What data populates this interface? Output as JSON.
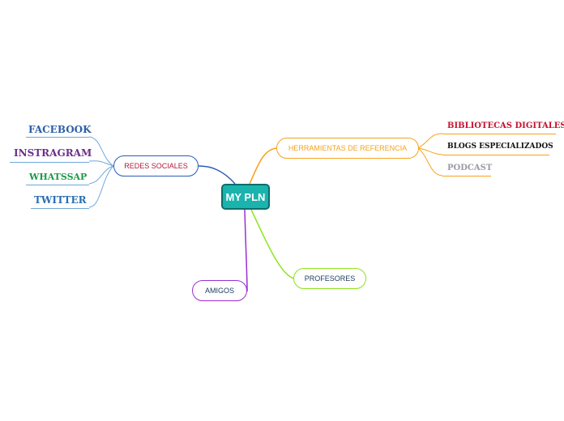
{
  "central": {
    "label": "MY PLN",
    "color": "#1bb3ad"
  },
  "topics": [
    {
      "id": "redes",
      "label": "REDES SOCIALES",
      "border": "#2a5bb5",
      "text": "#b11a3a"
    },
    {
      "id": "herramientas",
      "label": "HERRAMIENTAS DE REFERENCIA",
      "border": "#f7a21b",
      "text": "#f7a21b"
    },
    {
      "id": "profesores",
      "label": "PROFESORES",
      "border": "#8fe31c",
      "text": "#1d3a5e"
    },
    {
      "id": "amigos",
      "label": "AMIGOS",
      "border": "#9b2fd1",
      "text": "#1d3a5e"
    }
  ],
  "leaves": {
    "facebook": {
      "label": "FACEBOOK",
      "color": "#2a5fa8"
    },
    "instragram": {
      "label": "INSTRAGRAM",
      "color": "#6b2f8a"
    },
    "whatssap": {
      "label": "WHATSSAP",
      "color": "#1a9a49"
    },
    "twitter": {
      "label": "TWITTER",
      "color": "#2a6fb0"
    },
    "bibliotecas": {
      "label": "BIBLIOTECAS DIGITALES",
      "color": "#c8102e"
    },
    "blogs": {
      "label": "BLOGS ESPECIALIZADOS",
      "color": "#111111"
    },
    "podcast": {
      "label": "PODCAST",
      "color": "#9a9aa8"
    }
  }
}
